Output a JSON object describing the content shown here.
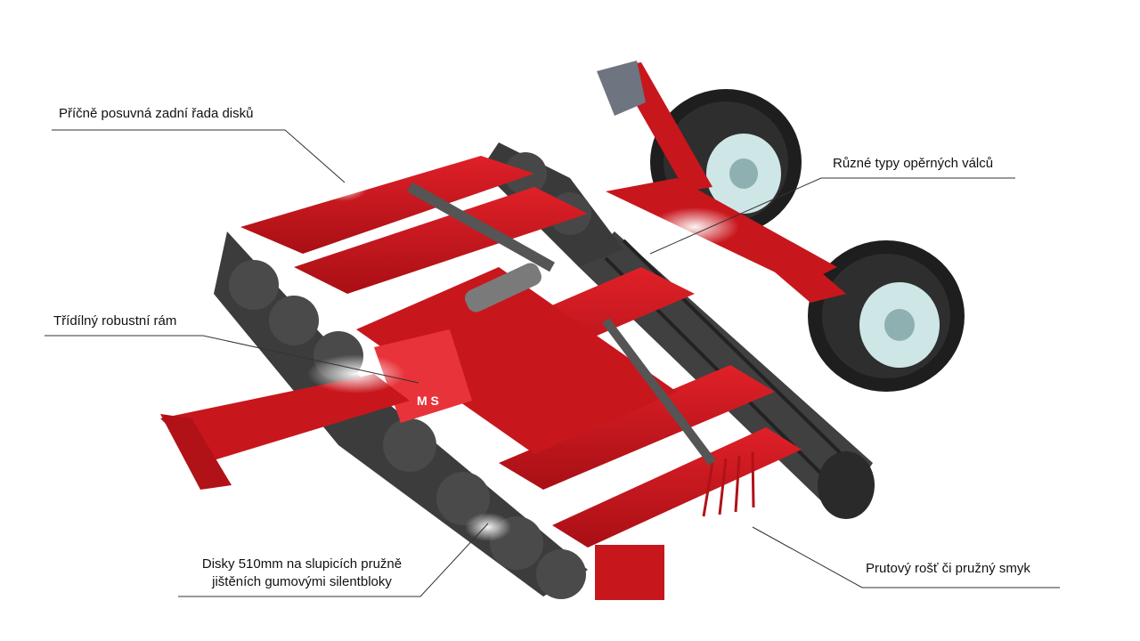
{
  "callouts": [
    {
      "id": "rear-disc-row",
      "text": "Příčně posuvná zadní řada disků"
    },
    {
      "id": "roller-types",
      "text": "Různé typy opěrných válců"
    },
    {
      "id": "frame",
      "text": "Třídílný robustní rám"
    },
    {
      "id": "discs",
      "text": "Disky 510mm na slupicích pružně jištěních gumovými silentbloky"
    },
    {
      "id": "harrow",
      "text": "Prutový rošť či pružný smyk"
    }
  ],
  "machine": {
    "frame_color": "#c8161d",
    "disc_color": "#3c3c3c",
    "tire_color": "#1e1e1e",
    "hub_color": "#cfe6e6",
    "logo_text": "M S"
  }
}
